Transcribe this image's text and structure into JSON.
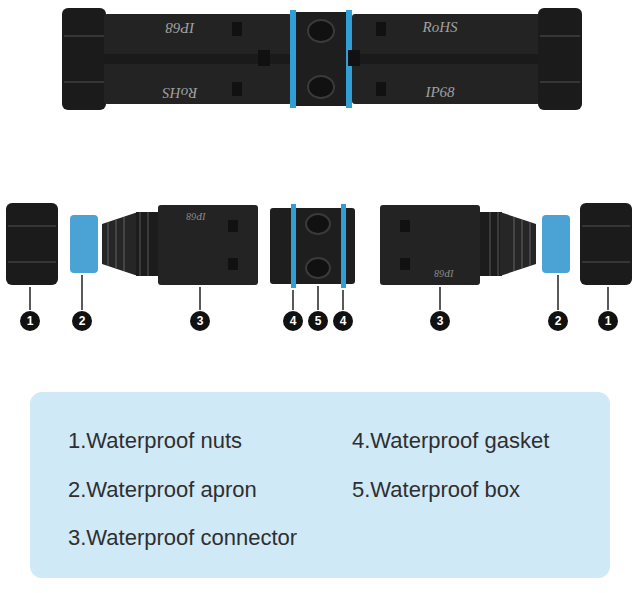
{
  "diagram": {
    "nodes": [
      {
        "text": [
          "1.Waterproof nuts",
          "2.Waterproof apron",
          "3.Waterproof connector",
          "4.Waterproof gasket",
          "5.Waterproof box"
        ]
      }
    ],
    "labels": [
      "IP68",
      "RoHS",
      "RoHS",
      "IP68",
      "IP68",
      "IP68",
      "1",
      "2",
      "3",
      "4",
      "5",
      "4",
      "3",
      "2",
      "1"
    ]
  }
}
